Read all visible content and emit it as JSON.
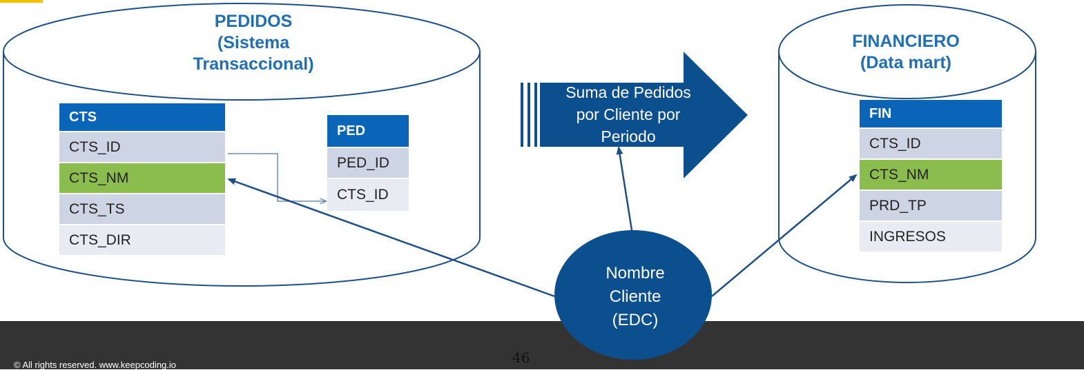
{
  "databases": {
    "left": {
      "title_lines": [
        "PEDIDOS",
        "(Sistema",
        "Transaccional)"
      ]
    },
    "right": {
      "title_lines": [
        "FINANCIERO",
        "(Data mart)"
      ]
    }
  },
  "tables": {
    "cts": {
      "header": "CTS",
      "rows": [
        "CTS_ID",
        "CTS_NM",
        "CTS_TS",
        "CTS_DIR"
      ]
    },
    "ped": {
      "header": "PED",
      "rows": [
        "PED_ID",
        "CTS_ID"
      ]
    },
    "fin": {
      "header": "FIN",
      "rows": [
        "CTS_ID",
        "CTS_NM",
        "PRD_TP",
        "INGRESOS"
      ]
    }
  },
  "process_arrow": {
    "label_lines": [
      "Suma de Pedidos",
      "por Cliente por",
      "Periodo"
    ]
  },
  "entity": {
    "label_lines": [
      "Nombre",
      "Cliente",
      "(EDC)"
    ]
  },
  "footer": {
    "copyright": "© All rights reserved. www.keepcoding.io",
    "page_number": "46"
  },
  "colors": {
    "title_blue": "#1f6fb4",
    "header_blue": "#0a64b8",
    "dark_blue": "#0b4f8f",
    "highlight_green": "#8bbc4e",
    "row_dark": "#cdd4e4",
    "row_light": "#e9ebf3",
    "footer_bg": "#333333"
  }
}
